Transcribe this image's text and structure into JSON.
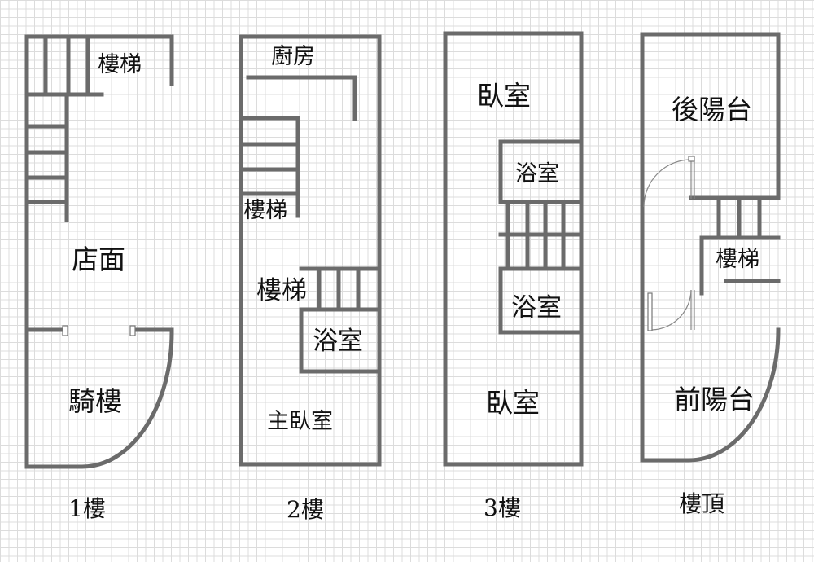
{
  "floors": [
    {
      "floor_label": "1樓",
      "rooms": {
        "stairs": "樓梯",
        "shop": "店面",
        "arcade": "騎樓"
      }
    },
    {
      "floor_label": "2樓",
      "rooms": {
        "kitchen": "廚房",
        "stairs_upper": "樓梯",
        "stairs_lower": "樓梯",
        "bathroom": "浴室",
        "master_bedroom": "主臥室"
      }
    },
    {
      "floor_label": "3樓",
      "rooms": {
        "bedroom_top": "臥室",
        "bathroom_upper": "浴室",
        "bathroom_lower": "浴室",
        "bedroom_bottom": "臥室"
      }
    },
    {
      "floor_label": "樓頂",
      "rooms": {
        "rear_balcony": "後陽台",
        "stairs": "樓梯",
        "front_balcony": "前陽台"
      }
    }
  ],
  "colors": {
    "wall": "#6b6b6b",
    "grid": "#dcdcdc",
    "background": "#ffffff",
    "text": "#111111"
  }
}
